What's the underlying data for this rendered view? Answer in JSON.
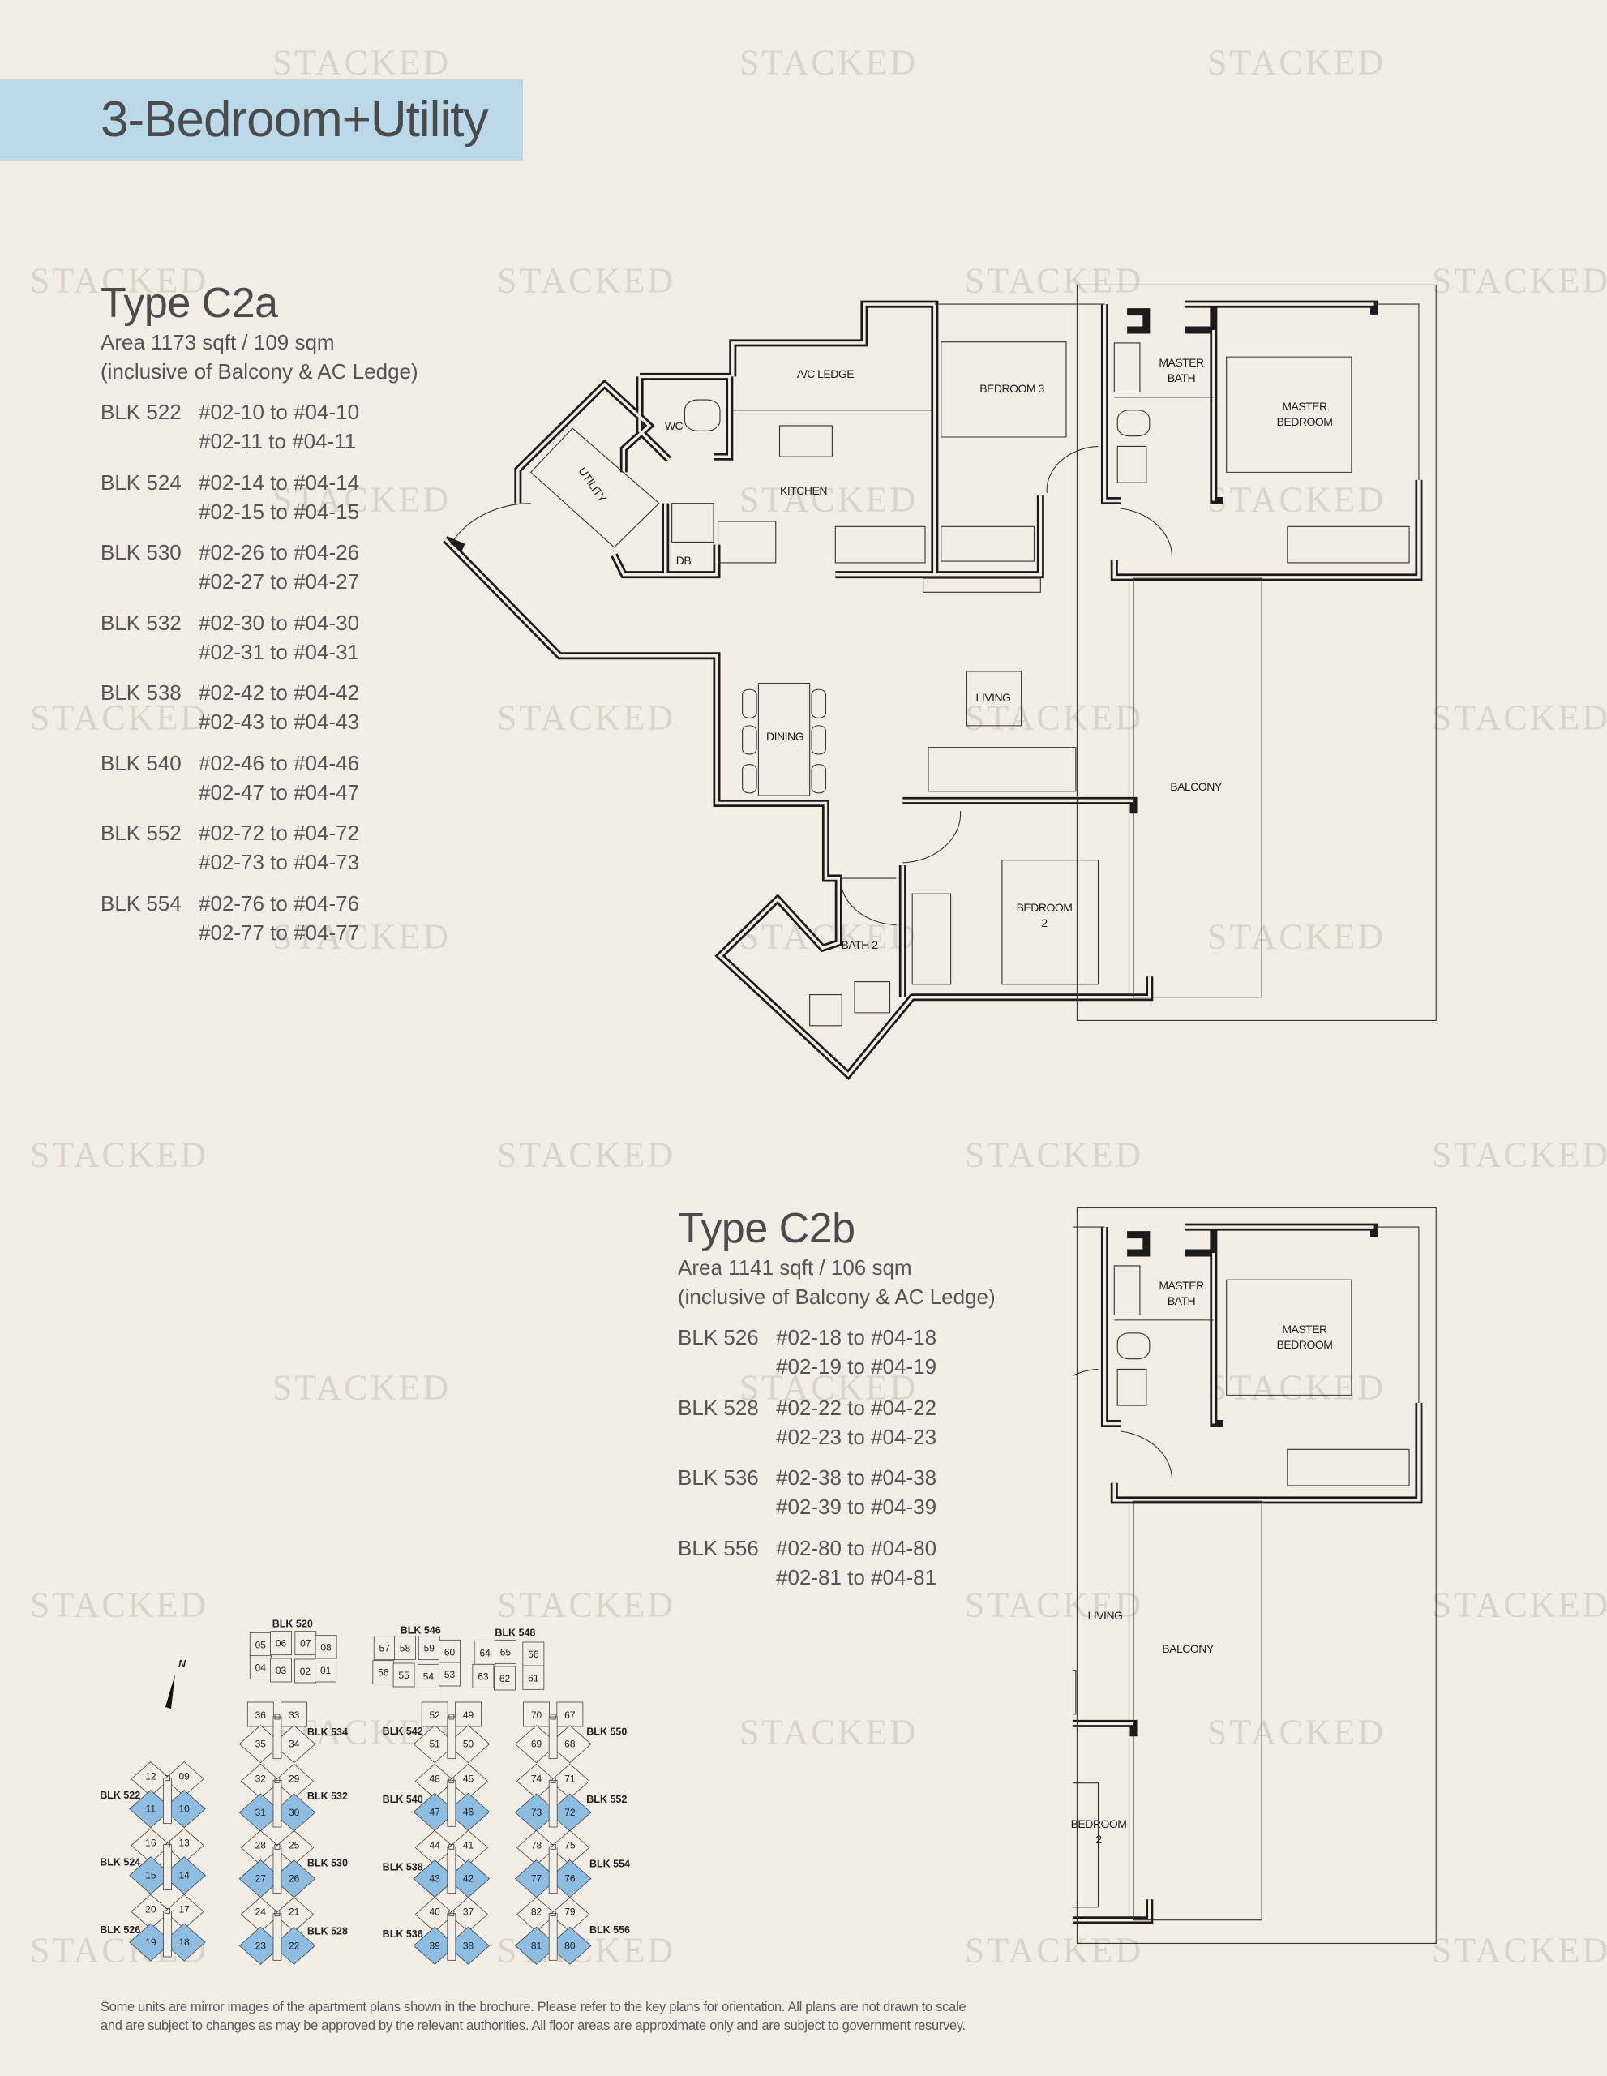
{
  "header": {
    "title": "3-Bedroom+Utility"
  },
  "watermark": "STACKED",
  "colors": {
    "title_bar": "#bcd9ea",
    "highlight_units": "#8dbde0",
    "background": "#f3eee5"
  },
  "types": [
    {
      "name": "Type C2a",
      "area": "Area 1173 sqft / 109 sqm",
      "note": "(inclusive of Balcony & AC Ledge)",
      "units": [
        {
          "blk": "BLK 522",
          "ranges": [
            "#02-10 to #04-10",
            "#02-11 to #04-11"
          ]
        },
        {
          "blk": "BLK 524",
          "ranges": [
            "#02-14 to #04-14",
            "#02-15 to #04-15"
          ]
        },
        {
          "blk": "BLK 530",
          "ranges": [
            "#02-26 to #04-26",
            "#02-27 to #04-27"
          ]
        },
        {
          "blk": "BLK 532",
          "ranges": [
            "#02-30 to #04-30",
            "#02-31 to #04-31"
          ]
        },
        {
          "blk": "BLK 538",
          "ranges": [
            "#02-42 to #04-42",
            "#02-43 to #04-43"
          ]
        },
        {
          "blk": "BLK 540",
          "ranges": [
            "#02-46 to #04-46",
            "#02-47 to #04-47"
          ]
        },
        {
          "blk": "BLK 552",
          "ranges": [
            "#02-72 to #04-72",
            "#02-73 to #04-73"
          ]
        },
        {
          "blk": "BLK 554",
          "ranges": [
            "#02-76 to #04-76",
            "#02-77 to #04-77"
          ]
        }
      ]
    },
    {
      "name": "Type C2b",
      "area": "Area 1141 sqft / 106 sqm",
      "note": "(inclusive of Balcony & AC Ledge)",
      "units": [
        {
          "blk": "BLK 526",
          "ranges": [
            "#02-18 to #04-18",
            "#02-19 to #04-19"
          ]
        },
        {
          "blk": "BLK 528",
          "ranges": [
            "#02-22 to #04-22",
            "#02-23 to #04-23"
          ]
        },
        {
          "blk": "BLK 536",
          "ranges": [
            "#02-38 to #04-38",
            "#02-39 to #04-39"
          ]
        },
        {
          "blk": "BLK 556",
          "ranges": [
            "#02-80 to #04-80",
            "#02-81 to #04-81"
          ]
        }
      ]
    }
  ],
  "plan_c2a": {
    "ac_ledge": "A/C LEDGE",
    "wc": "WC",
    "utility": "UTILITY",
    "kitchen": "KITCHEN",
    "db": "DB",
    "bedroom3": "BEDROOM 3",
    "master_bath": [
      "MASTER",
      "BATH"
    ],
    "master_bedroom": [
      "MASTER",
      "BEDROOM"
    ],
    "living": "LIVING",
    "dining": "DINING",
    "balcony": "BALCONY",
    "bedroom2": [
      "BEDROOM",
      "2"
    ],
    "bath2": "BATH 2"
  },
  "plan_c2b": {
    "master_bath": [
      "MASTER",
      "BATH"
    ],
    "master_bedroom": [
      "MASTER",
      "BEDROOM"
    ],
    "living": "LIVING",
    "balcony": "BALCONY",
    "bedroom2": [
      "BEDROOM",
      "2"
    ]
  },
  "key_plan": {
    "north": "N",
    "rect_blocks": [
      {
        "label": "BLK 520",
        "units": [
          "05",
          "06",
          "07",
          "08",
          "04",
          "03",
          "02",
          "01"
        ]
      },
      {
        "label": "BLK 546",
        "units": [
          "57",
          "58",
          "59",
          "60",
          "56",
          "55",
          "54",
          "53"
        ]
      },
      {
        "label": "BLK 548",
        "units": [
          "64",
          "65",
          "66",
          "63",
          "62",
          "61"
        ]
      }
    ],
    "y_blocks": [
      {
        "label": "BLK 522",
        "top": [
          "12",
          "09"
        ],
        "bottom": [
          "11",
          "10"
        ],
        "highlighted": true
      },
      {
        "label": "BLK 524",
        "top": [
          "16",
          "13"
        ],
        "bottom": [
          "15",
          "14"
        ],
        "highlighted": true
      },
      {
        "label": "BLK 526",
        "top": [
          "20",
          "17"
        ],
        "bottom": [
          "19",
          "18"
        ],
        "highlighted": true
      },
      {
        "label": "BLK 534",
        "top": [
          "36",
          "33"
        ],
        "bottom": [
          "35",
          "34"
        ],
        "highlighted": false
      },
      {
        "label": "BLK 532",
        "top": [
          "32",
          "29"
        ],
        "bottom": [
          "31",
          "30"
        ],
        "highlighted": true
      },
      {
        "label": "BLK 530",
        "top": [
          "28",
          "25"
        ],
        "bottom": [
          "27",
          "26"
        ],
        "highlighted": true
      },
      {
        "label": "BLK 528",
        "top": [
          "24",
          "21"
        ],
        "bottom": [
          "23",
          "22"
        ],
        "highlighted": true
      },
      {
        "label": "BLK 542",
        "top": [
          "52",
          "49"
        ],
        "bottom": [
          "51",
          "50"
        ],
        "highlighted": false
      },
      {
        "label": "BLK 540",
        "top": [
          "48",
          "45"
        ],
        "bottom": [
          "47",
          "46"
        ],
        "highlighted": true
      },
      {
        "label": "BLK 538",
        "top": [
          "44",
          "41"
        ],
        "bottom": [
          "43",
          "42"
        ],
        "highlighted": true
      },
      {
        "label": "BLK 536",
        "top": [
          "40",
          "37"
        ],
        "bottom": [
          "39",
          "38"
        ],
        "highlighted": true
      },
      {
        "label": "BLK 550",
        "top": [
          "70",
          "67"
        ],
        "bottom": [
          "69",
          "68"
        ],
        "highlighted": false
      },
      {
        "label": "BLK 552",
        "top": [
          "74",
          "71"
        ],
        "bottom": [
          "73",
          "72"
        ],
        "highlighted": true
      },
      {
        "label": "BLK 554",
        "top": [
          "78",
          "75"
        ],
        "bottom": [
          "77",
          "76"
        ],
        "highlighted": true
      },
      {
        "label": "BLK 556",
        "top": [
          "82",
          "79"
        ],
        "bottom": [
          "81",
          "80"
        ],
        "highlighted": true
      }
    ]
  },
  "disclaimer": [
    "Some units are mirror images of the apartment plans shown in the brochure. Please refer to the key plans for orientation. All plans are not drawn to scale",
    "and are subject to changes as may be approved by the relevant authorities. All floor areas are approximate only and are subject to government resurvey."
  ]
}
